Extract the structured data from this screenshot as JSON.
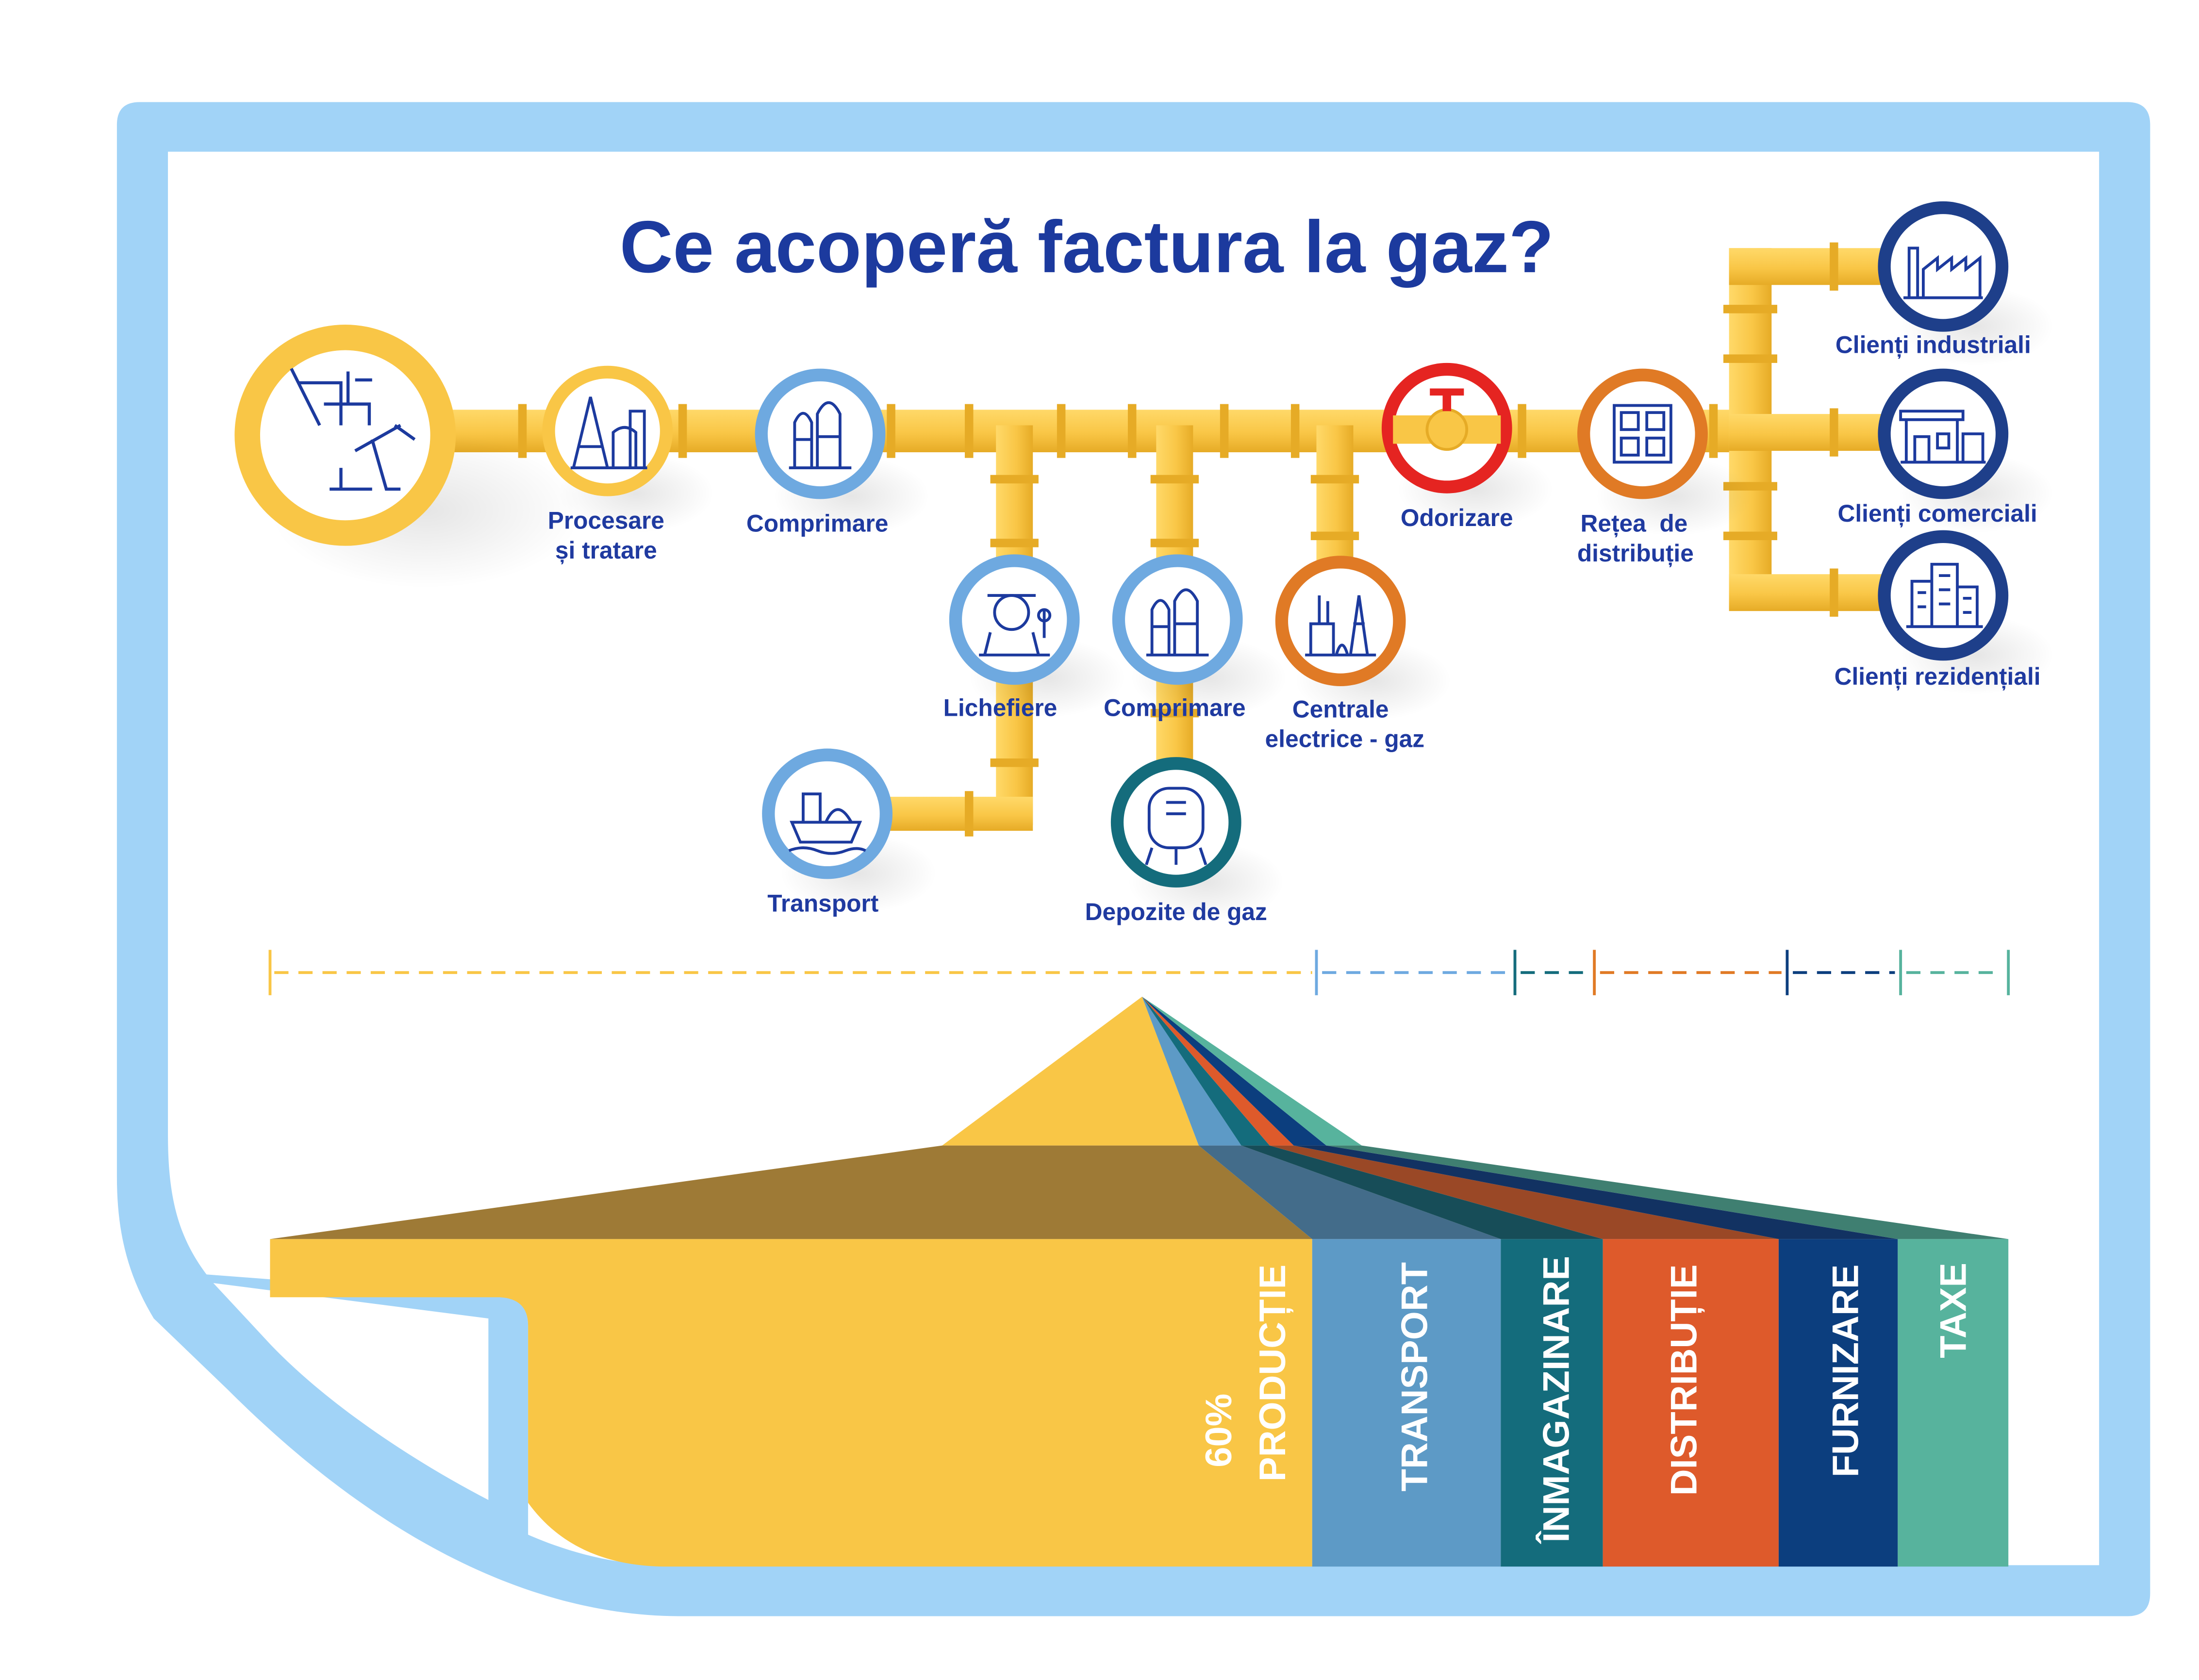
{
  "title": "Ce acoperă factura la gaz?",
  "stages": {
    "extraction": "",
    "processing": [
      "Procesare",
      "și tratare"
    ],
    "compression_main": "Comprimare",
    "liquefaction": "Lichefiere",
    "compression_storage": "Comprimare",
    "power_plants": [
      "Centrale",
      "electrice - gaz"
    ],
    "odorization": "Odorizare",
    "distribution_network": [
      "Rețea  de",
      "distribuție"
    ],
    "transport": "Transport",
    "storage": "Depozite de gaz",
    "industrial": "Clienți industriali",
    "commercial": "Clienți comerciali",
    "residential": "Clienți rezidențiali"
  },
  "cost_breakdown": {
    "segments": [
      {
        "key": "productie",
        "percent_label": "60%",
        "label": "PRODUCȚIE",
        "color": "#f9c646"
      },
      {
        "key": "transport",
        "label": "TRANSPORT",
        "color": "#5d9ac6"
      },
      {
        "key": "inmagazinare",
        "label": "ÎNMAGAZINARE",
        "color": "#146c7c"
      },
      {
        "key": "distributie",
        "label": "DISTRIBUȚIE",
        "color": "#de5a2b"
      },
      {
        "key": "furnizare",
        "label": "FURNIZARE",
        "color": "#0c3e7e"
      },
      {
        "key": "taxe",
        "label": "TAXE",
        "color": "#57b39d"
      }
    ]
  },
  "colors": {
    "frame": "#a1d3f7",
    "title": "#1c3a9e",
    "label": "#1f3aa0",
    "pipe": "#f9c646",
    "pipe_dark": "#e8ae2a"
  },
  "icons": {
    "extraction": "oil-rig-pumpjack-icon",
    "processing": "refinery-icon",
    "compression": "compressor-station-icon",
    "liquefaction": "liquefaction-tank-icon",
    "power_plants": "power-plant-icon",
    "odorization": "valve-icon",
    "distribution_network": "network-grid-icon",
    "transport": "lng-ship-icon",
    "storage": "gas-tank-icon",
    "industrial": "factory-icon",
    "commercial": "commercial-building-icon",
    "residential": "residential-building-icon"
  }
}
